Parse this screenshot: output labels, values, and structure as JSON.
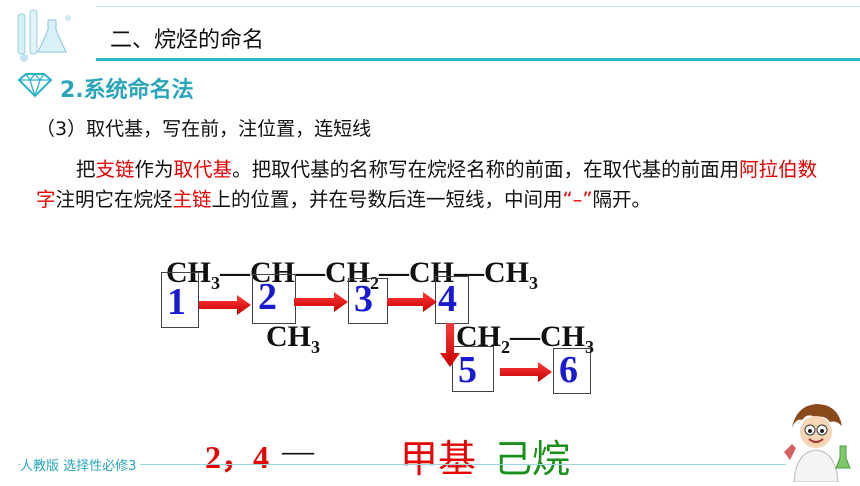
{
  "header": {
    "title": "二、烷烃的命名",
    "subtitle": "2.系统命名法"
  },
  "rule": {
    "text": "（3）取代基，写在前，注位置，连短线"
  },
  "paragraph": {
    "p1": "把",
    "p2": "支链",
    "p3": "作为",
    "p4": "取代基",
    "p5": "。把取代基的名称写在烷烃名称的前面，在取代基的前面用",
    "p6": "阿拉伯数字",
    "p7": "注明它在烷烃",
    "p8": "主链",
    "p9": "上的位置，并在号数后连一短线，中间用",
    "p10": "“–”",
    "p11": "隔开。"
  },
  "molecule": {
    "ch3": "CH",
    "ch": "CH",
    "ch2": "CH",
    "ch_b": "CH",
    "ch3_b": "CH",
    "branch_ch3": "CH",
    "ch2_lower": "CH",
    "ch3_lower": "CH",
    "sub3": "3",
    "sub2": "2",
    "bond": "—"
  },
  "numbering": [
    "1",
    "2",
    "3",
    "4",
    "5",
    "6"
  ],
  "result": {
    "positions": "2，4",
    "dash": "—",
    "substituent": "甲基",
    "parent": "己烷"
  },
  "footer": {
    "text": "人教版 选择性必修3"
  },
  "colors": {
    "accent": "#2bb3c8",
    "red": "#e60000",
    "green": "#1a8f1a",
    "blue": "#1a1ad0"
  }
}
